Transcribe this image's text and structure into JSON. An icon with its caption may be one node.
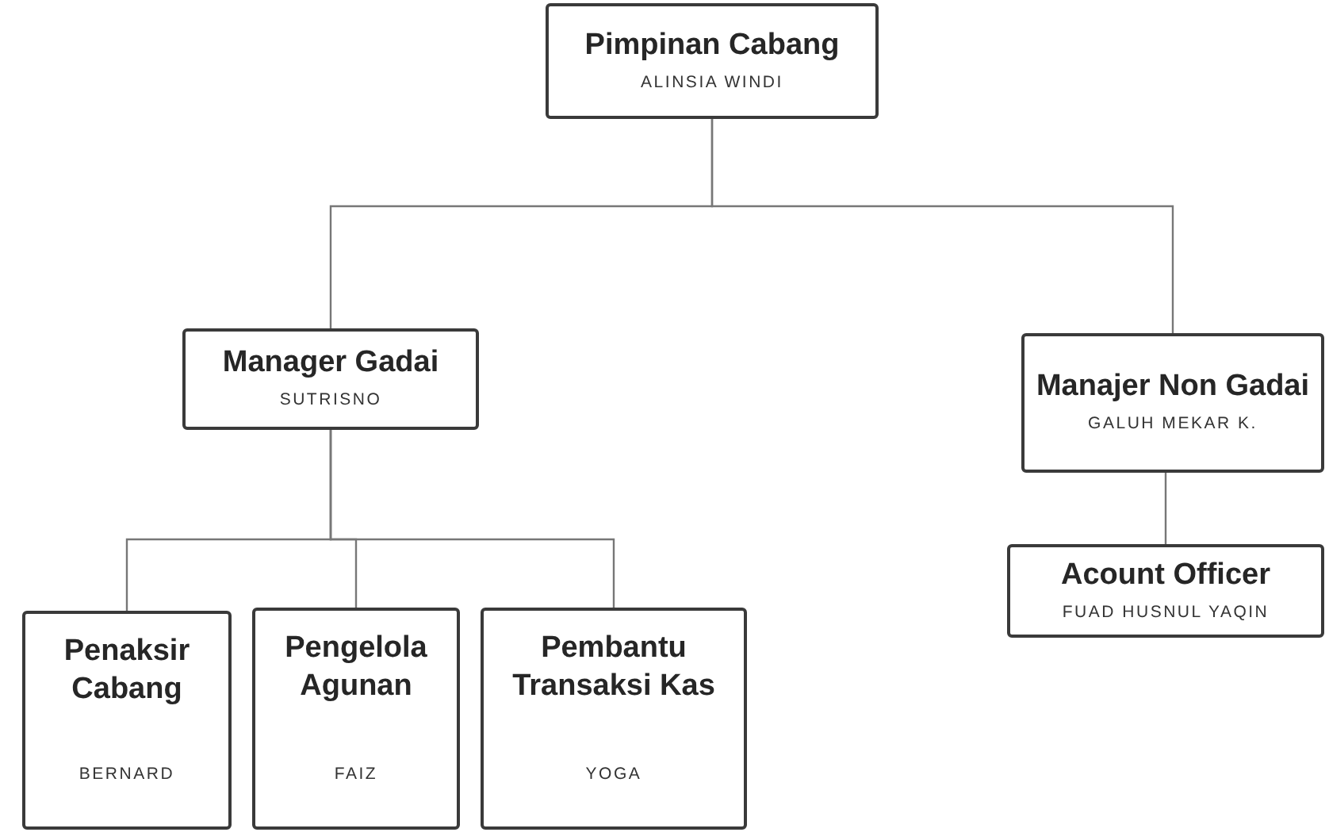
{
  "diagram": {
    "nodes": [
      {
        "text": [
          "Pimpinan Cabang",
          "ALINSIA WINDI"
        ]
      },
      {
        "text": [
          "Manager Gadai",
          "SUTRISNO"
        ]
      },
      {
        "text": [
          "Manajer Non Gadai",
          "GALUH MEKAR K."
        ]
      },
      {
        "text": [
          "Penaksir Cabang",
          "BERNARD"
        ]
      },
      {
        "text": [
          "Pengelola Agunan",
          "FAIZ"
        ]
      },
      {
        "text": [
          "Pembantu Transaksi Kas",
          "YOGA"
        ]
      },
      {
        "text": [
          "Acount Officer",
          "FUAD HUSNUL YAQIN"
        ]
      }
    ],
    "edges": [
      {
        "from": 0,
        "to": 1,
        "arrow": "none"
      },
      {
        "from": 0,
        "to": 2,
        "arrow": "none"
      },
      {
        "from": 1,
        "to": 3,
        "arrow": "none"
      },
      {
        "from": 1,
        "to": 4,
        "arrow": "none"
      },
      {
        "from": 1,
        "to": 5,
        "arrow": "none"
      },
      {
        "from": 2,
        "to": 6,
        "arrow": "none"
      }
    ]
  }
}
